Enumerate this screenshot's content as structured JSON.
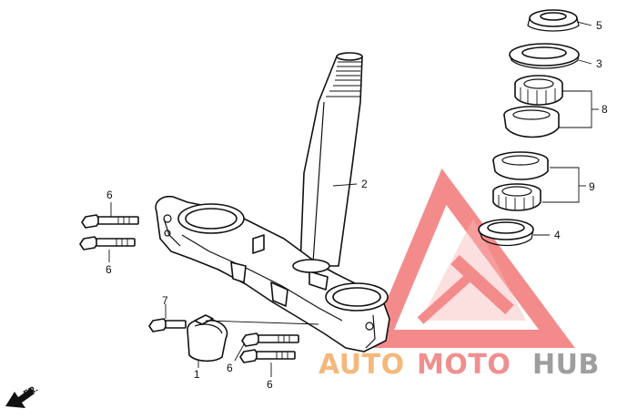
{
  "callouts": {
    "c1": "1",
    "c2": "2",
    "c3": "3",
    "c4": "4",
    "c5": "5",
    "c6a": "6",
    "c6b": "6",
    "c6c": "6",
    "c6d": "6",
    "c7": "7",
    "c8": "8",
    "c9": "9"
  },
  "direction_label": "FR.",
  "watermark": {
    "part1": "AUTO",
    "part2": "MOTO",
    "part3": "HUB",
    "colors": {
      "auto": "#f4b87c",
      "moto": "#f08f8f",
      "hub": "#9e9e9e",
      "logo": "#f26b6b"
    }
  },
  "icons": {
    "direction_arrow": "arrow-down-left-icon"
  }
}
